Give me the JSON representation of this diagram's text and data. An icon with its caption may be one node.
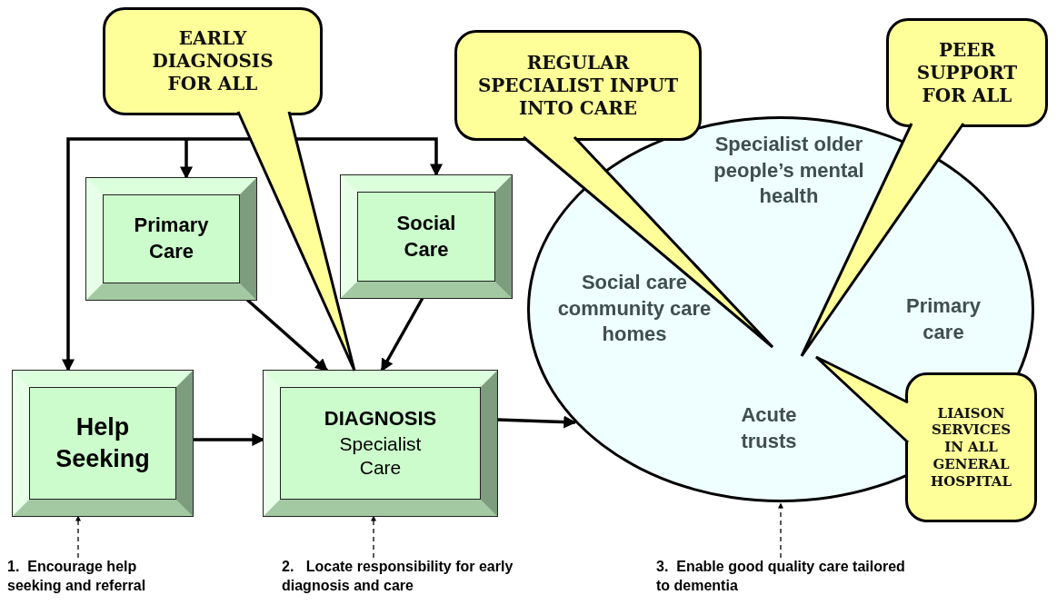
{
  "diagram": {
    "nodes": [
      {
        "text": [
          "EARLY DIAGNOSIS FOR ALL"
        ]
      },
      {
        "text": [
          "REGULAR SPECIALIST INPUT INTO CARE"
        ]
      },
      {
        "text": [
          "PEER SUPPORT FOR ALL"
        ]
      },
      {
        "text": [
          "Primary Care"
        ]
      },
      {
        "text": [
          "Social Care"
        ]
      },
      {
        "text": [
          "Help Seeking"
        ]
      },
      {
        "text": [
          "DIAGNOSIS",
          "Specialist Care"
        ]
      },
      {
        "text": [
          "Specialist older people’s mental health",
          "Social care community care homes",
          "Primary care",
          "Acute trusts"
        ]
      },
      {
        "text": [
          "LIAISON SERVICES IN ALL GENERAL HOSPITAL"
        ]
      },
      {
        "text": [
          "1.  Encourage help seeking and referral"
        ]
      },
      {
        "text": [
          "2.   Locate responsibility for early diagnosis and care"
        ]
      },
      {
        "text": [
          "3.  Enable good quality care tailored to dementia"
        ]
      }
    ],
    "edges": [
      {
        "from": null,
        "to": 5,
        "arrow": "to"
      },
      {
        "from": null,
        "to": 3,
        "arrow": "to"
      },
      {
        "from": null,
        "to": 4,
        "arrow": "to"
      },
      {
        "from": 3,
        "to": 6,
        "arrow": "to"
      },
      {
        "from": 4,
        "to": 6,
        "arrow": "to"
      },
      {
        "from": 5,
        "to": 6,
        "arrow": "to"
      },
      {
        "from": 6,
        "to": 7,
        "arrow": "to"
      },
      {
        "from": 9,
        "to": 5,
        "arrow": "to",
        "style": "dashed"
      },
      {
        "from": 10,
        "to": 6,
        "arrow": "to",
        "style": "dashed"
      },
      {
        "from": 11,
        "to": 7,
        "arrow": "to",
        "style": "dashed"
      }
    ]
  }
}
